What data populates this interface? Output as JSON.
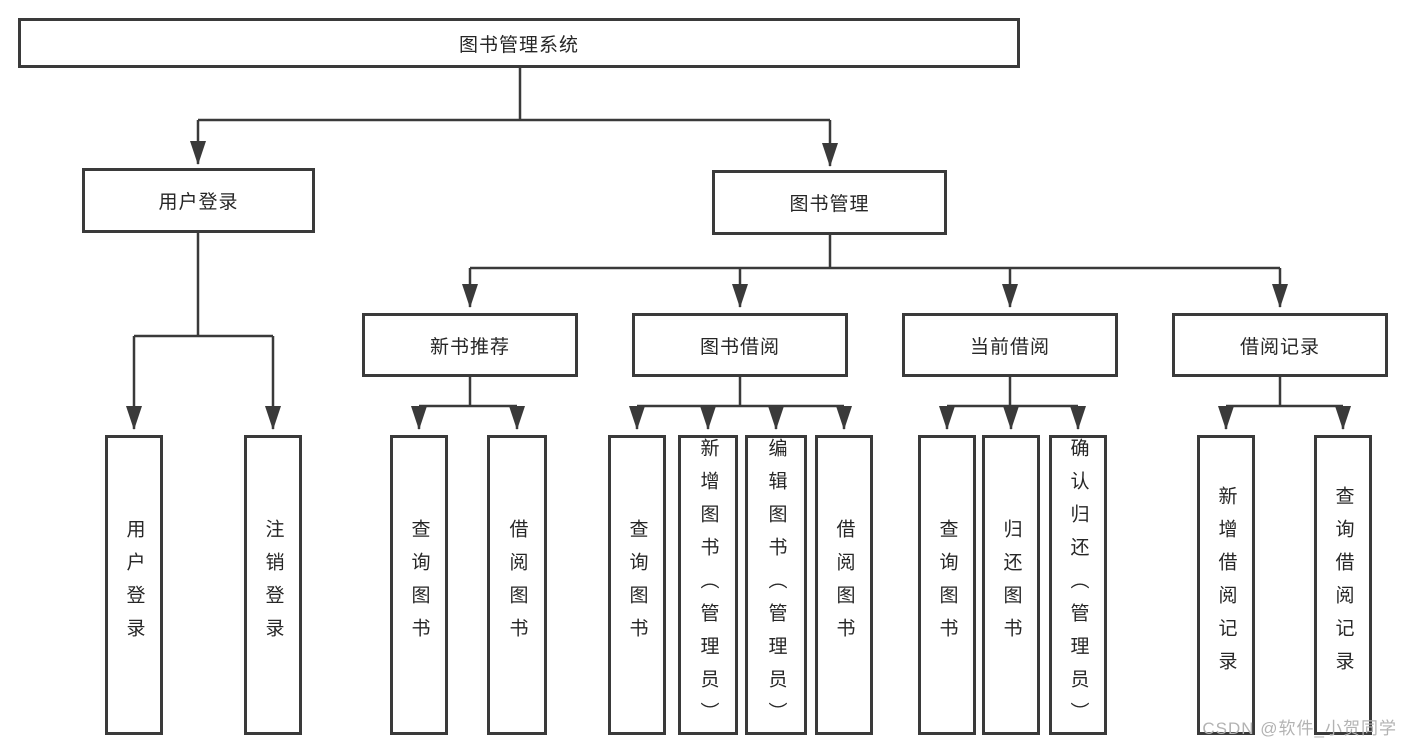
{
  "diagram": {
    "root": {
      "label": "图书管理系统"
    },
    "branches": [
      {
        "label": "用户登录",
        "children": [
          {
            "label": "用户登录"
          },
          {
            "label": "注销登录"
          }
        ]
      },
      {
        "label": "图书管理",
        "groups": [
          {
            "label": "新书推荐",
            "children": [
              {
                "label": "查询图书"
              },
              {
                "label": "借阅图书"
              }
            ]
          },
          {
            "label": "图书借阅",
            "children": [
              {
                "label": "查询图书"
              },
              {
                "label": "新增图书（管理员）"
              },
              {
                "label": "编辑图书（管理员）"
              },
              {
                "label": "借阅图书"
              }
            ]
          },
          {
            "label": "当前借阅",
            "children": [
              {
                "label": "查询图书"
              },
              {
                "label": "归还图书"
              },
              {
                "label": "确认归还（管理员）"
              }
            ]
          },
          {
            "label": "借阅记录",
            "children": [
              {
                "label": "新增借阅记录"
              },
              {
                "label": "查询借阅记录"
              }
            ]
          }
        ]
      }
    ]
  },
  "watermark": {
    "text": "CSDN @软件_小贺同学"
  },
  "colors": {
    "line": "#3a3a3a",
    "box_border": "#3a3a3a",
    "box_fill": "#ffffff",
    "text": "#262626",
    "watermark": "#b3b3b3"
  }
}
